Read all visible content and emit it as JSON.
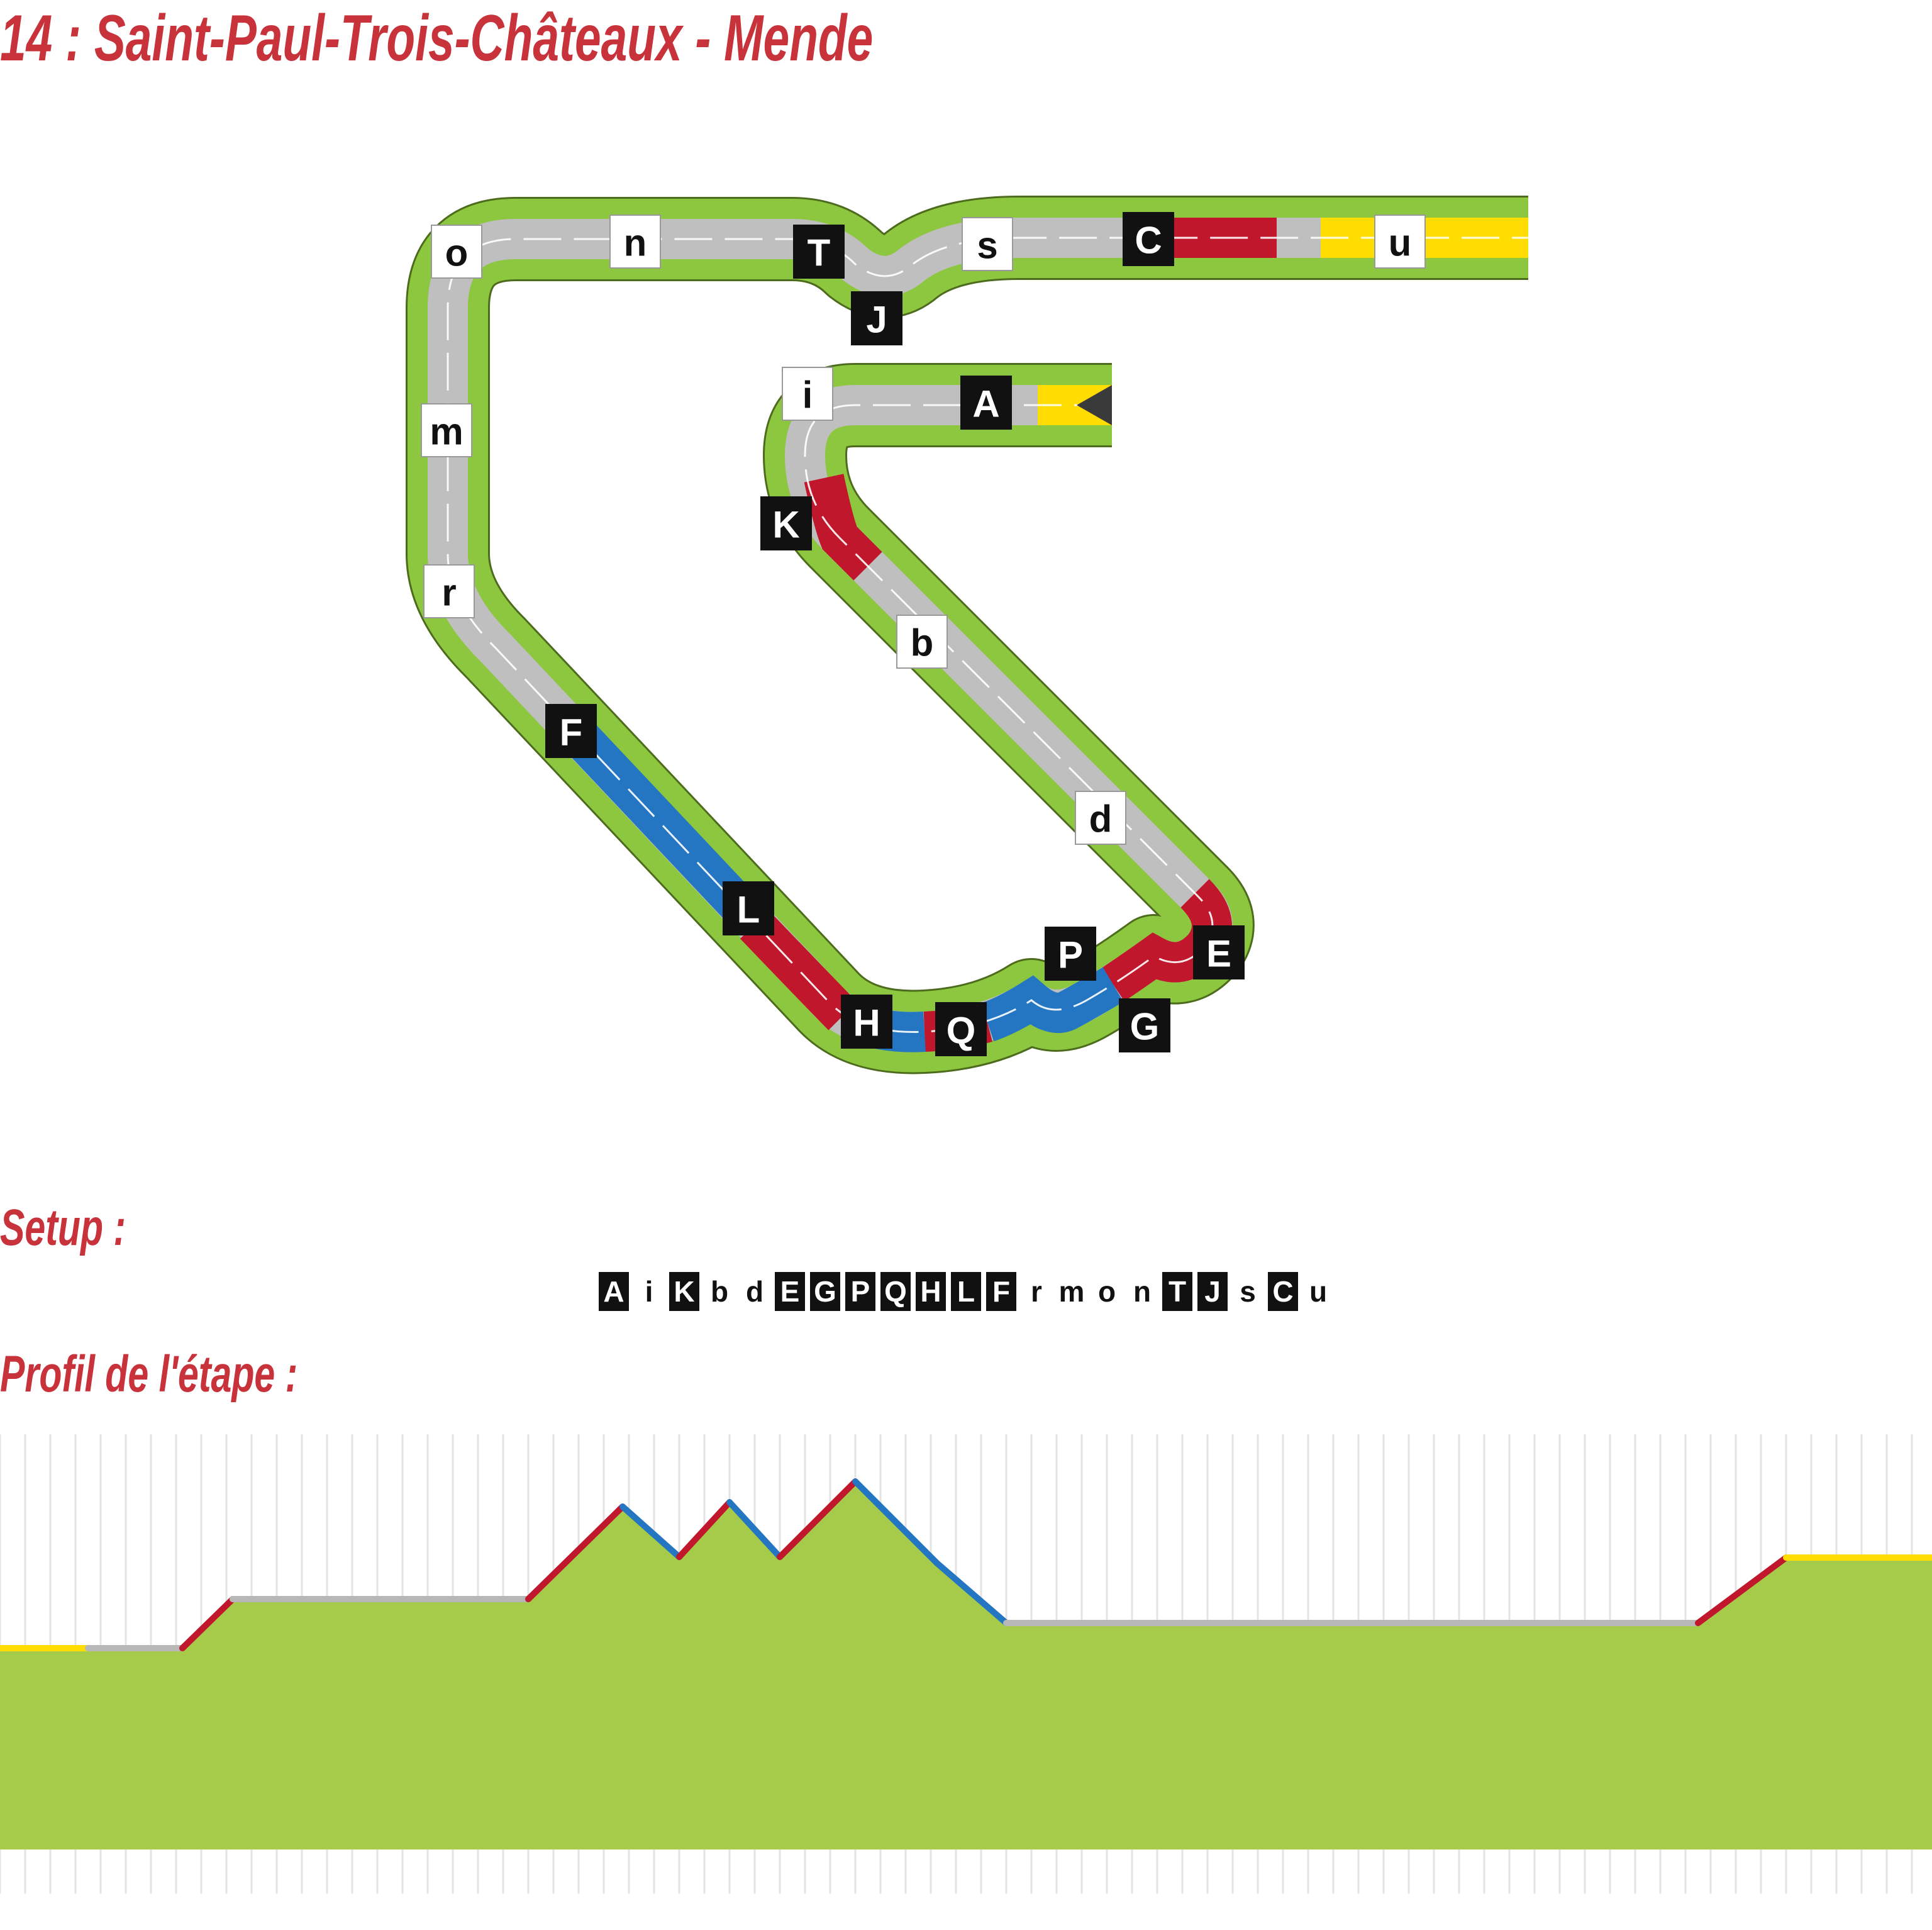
{
  "header": {
    "title": "14 : Saint-Paul-Trois-Châteaux - Mende"
  },
  "setup": {
    "heading": "Setup :"
  },
  "profile": {
    "heading": "Profil de l'étape :"
  },
  "colors": {
    "grass": "#8dc63f",
    "asphalt": "#bfbfbf",
    "uphill": "#c0172c",
    "downhill": "#2476c3",
    "sprint": "#ffdd00",
    "heading": "#c8323a"
  },
  "sequence": [
    {
      "l": "A",
      "d": true
    },
    {
      "l": "i",
      "d": false
    },
    {
      "l": "K",
      "d": true
    },
    {
      "l": "b",
      "d": false
    },
    {
      "l": "d",
      "d": false
    },
    {
      "l": "E",
      "d": true
    },
    {
      "l": "G",
      "d": true
    },
    {
      "l": "P",
      "d": true
    },
    {
      "l": "Q",
      "d": true
    },
    {
      "l": "H",
      "d": true
    },
    {
      "l": "L",
      "d": true
    },
    {
      "l": "F",
      "d": true
    },
    {
      "l": "r",
      "d": false
    },
    {
      "l": "m",
      "d": false
    },
    {
      "l": "o",
      "d": false
    },
    {
      "l": "n",
      "d": false
    },
    {
      "l": "T",
      "d": true
    },
    {
      "l": "J",
      "d": true
    },
    {
      "l": "s",
      "d": false
    },
    {
      "l": "C",
      "d": true
    },
    {
      "l": "u",
      "d": false
    }
  ],
  "track_tiles": [
    {
      "id": "A",
      "dark": true
    },
    {
      "id": "i",
      "dark": false
    },
    {
      "id": "K",
      "dark": true
    },
    {
      "id": "b",
      "dark": false
    },
    {
      "id": "d",
      "dark": false
    },
    {
      "id": "E",
      "dark": true
    },
    {
      "id": "G",
      "dark": true
    },
    {
      "id": "P",
      "dark": true
    },
    {
      "id": "Q",
      "dark": true
    },
    {
      "id": "H",
      "dark": true
    },
    {
      "id": "L",
      "dark": true
    },
    {
      "id": "F",
      "dark": true
    },
    {
      "id": "r",
      "dark": false
    },
    {
      "id": "m",
      "dark": false
    },
    {
      "id": "o",
      "dark": false
    },
    {
      "id": "n",
      "dark": false
    },
    {
      "id": "T",
      "dark": true
    },
    {
      "id": "J",
      "dark": true
    },
    {
      "id": "s",
      "dark": false
    },
    {
      "id": "C",
      "dark": true
    },
    {
      "id": "u",
      "dark": false
    }
  ]
}
